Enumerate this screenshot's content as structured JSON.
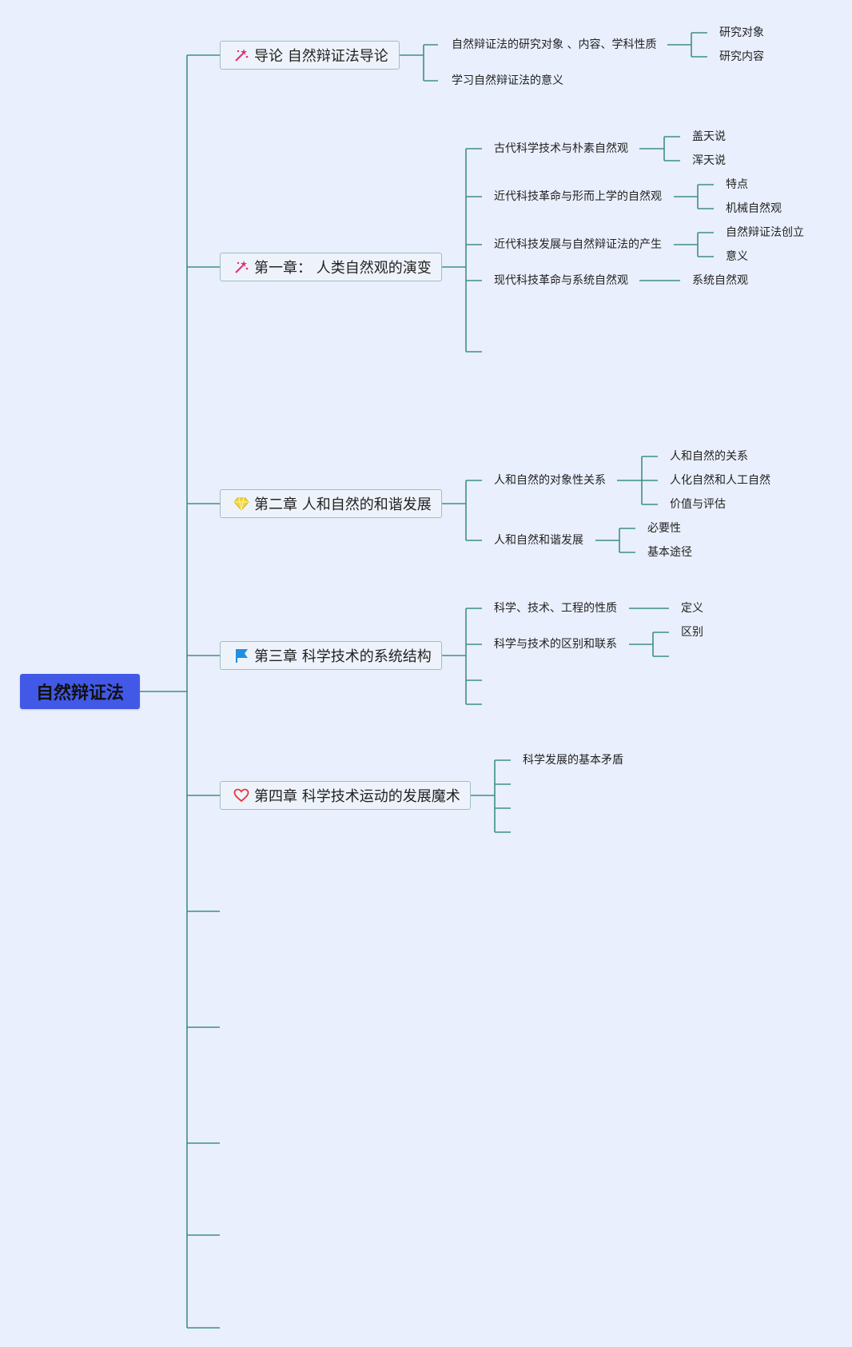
{
  "root": {
    "label": "自然辩证法"
  },
  "chapters": [
    {
      "label": "导论 自然辩证法导论",
      "icon": "magic-wand-icon"
    },
    {
      "label": "第一章：  人类自然观的演变",
      "icon": "magic-wand-icon"
    },
    {
      "label": "第二章 人和自然的和谐发展",
      "icon": "diamond-icon"
    },
    {
      "label": "第三章 科学技术的系统结构",
      "icon": "flag-icon"
    },
    {
      "label": "第四章 科学技术运动的发展魔术",
      "icon": "heart-icon"
    }
  ],
  "topics": {
    "c0": [
      "自然辩证法的研究对象 、内容、学科性质",
      "学习自然辩证法的意义"
    ],
    "c1": [
      "古代科学技术与朴素自然观",
      "近代科技革命与形而上学的自然观",
      "近代科技发展与自然辩证法的产生",
      "现代科技革命与系统自然观"
    ],
    "c2": [
      "人和自然的对象性关系",
      "人和自然和谐发展"
    ],
    "c3": [
      "科学、技术、工程的性质",
      "科学与技术的区别和联系"
    ],
    "c4": [
      "科学发展的基本矛盾"
    ]
  },
  "subtopics": {
    "c0_t0": [
      "研究对象",
      "研究内容"
    ],
    "c1_t0": [
      "盖天说",
      "浑天说"
    ],
    "c1_t1": [
      "特点",
      "机械自然观"
    ],
    "c1_t2": [
      "自然辩证法创立",
      "意义"
    ],
    "c1_t3": [
      "系统自然观"
    ],
    "c2_t0": [
      "人和自然的关系",
      "人化自然和人工自然",
      "价值与评估"
    ],
    "c2_t1": [
      "必要性",
      "基本途径"
    ],
    "c3_t0": [
      "定义"
    ],
    "c3_t1": [
      "区别"
    ]
  },
  "colors": {
    "background": "#e9effc",
    "connector": "#3f8f85",
    "root_fill": "#4159e6",
    "chapter_border": "#9cbfc4",
    "wand_accent": "#e0306f",
    "diamond_accent": "#f0d43a",
    "flag_accent": "#1f8fe0",
    "heart_accent": "#e03a3a"
  }
}
